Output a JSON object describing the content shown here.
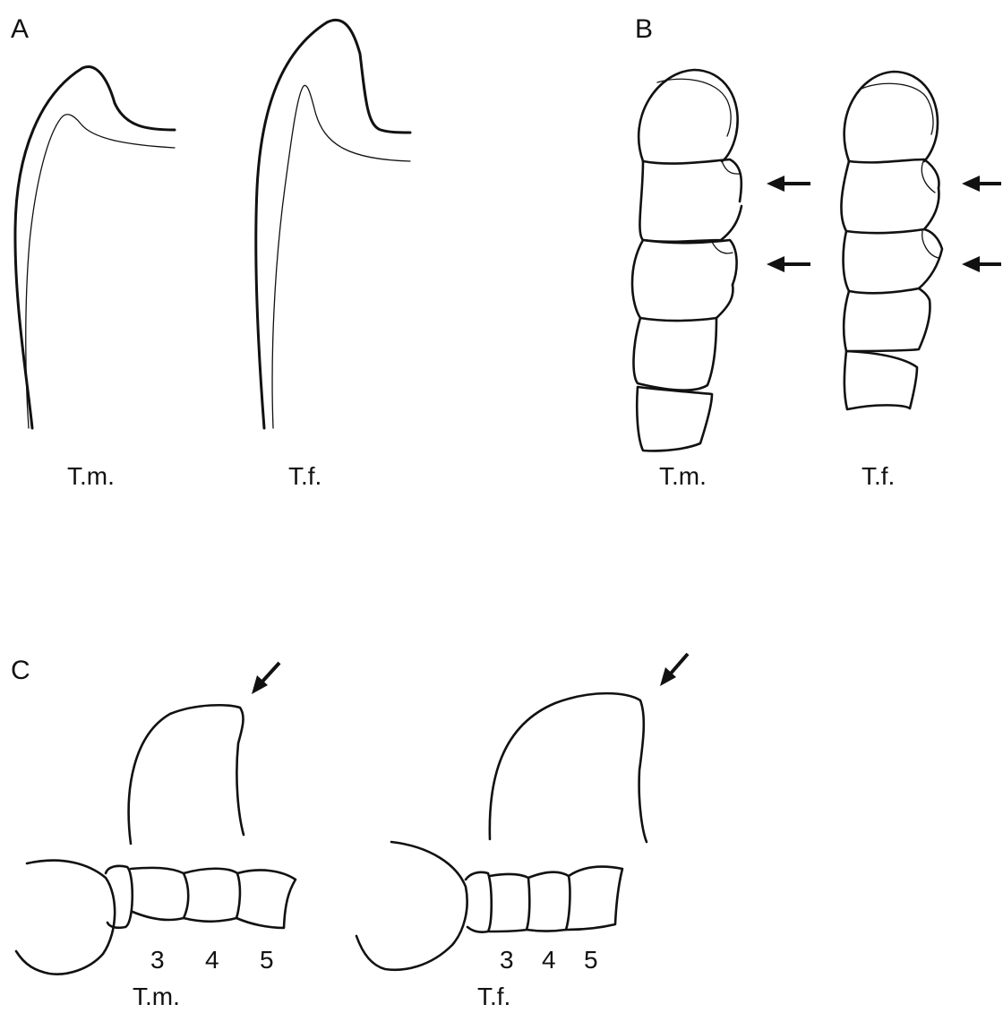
{
  "panels": {
    "A": {
      "letter": "A",
      "left_caption": "T.m.",
      "right_caption": "T.f."
    },
    "B": {
      "letter": "B",
      "left_caption": "T.m.",
      "right_caption": "T.f."
    },
    "C": {
      "letter": "C",
      "left_caption": "T.m.",
      "right_caption": "T.f.",
      "left_segment_numbers": [
        "3",
        "4",
        "5"
      ],
      "right_segment_numbers": [
        "3",
        "4",
        "5"
      ]
    }
  },
  "colors": {
    "ink": "#111111",
    "paper": "#ffffff"
  }
}
